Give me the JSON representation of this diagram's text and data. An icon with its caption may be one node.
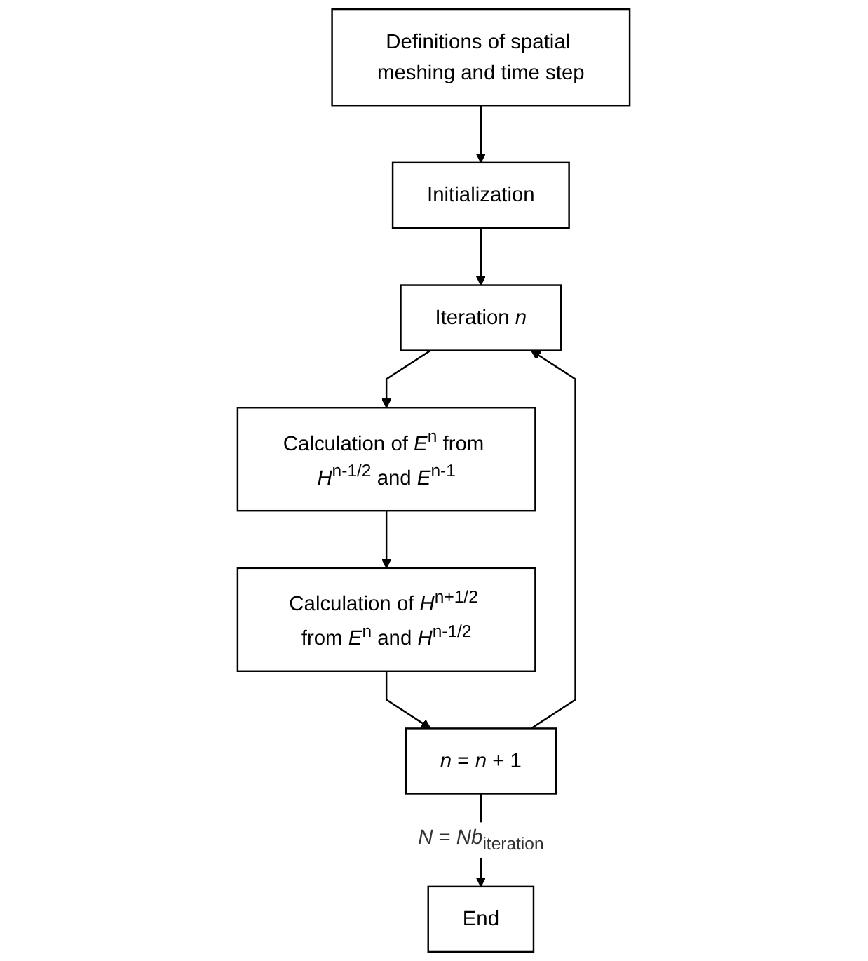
{
  "diagram": {
    "nodes": [
      {
        "text": [
          "Definitions of spatial meshing and time step"
        ]
      },
      {
        "text": [
          "Initialization"
        ]
      },
      {
        "text": [
          "Iteration *n*"
        ]
      },
      {
        "text": [
          "Calculation of *E*$^{n}$ from *H*$^{n-1/2}$ and *E*$^{n-1}$"
        ]
      },
      {
        "text": [
          "Calculation of *H*$^{n+1/2}$ from *E*$^{n}$ and *H*$^{n-1/2}$"
        ]
      },
      {
        "text": [
          "*n* = *n* + 1"
        ]
      },
      {
        "text": [
          "End"
        ]
      }
    ],
    "edges": [
      {
        "from": 0,
        "to": 1,
        "arrow": "to"
      },
      {
        "from": 1,
        "to": 2,
        "arrow": "to"
      },
      {
        "from": 2,
        "to": 3,
        "arrow": "to"
      },
      {
        "from": 3,
        "to": 4,
        "arrow": "to"
      },
      {
        "from": 4,
        "to": 5,
        "arrow": "to"
      },
      {
        "from": 5,
        "to": 6,
        "arrow": "to",
        "label": "*N* = *Nb*$_{iteration}$"
      },
      {
        "from": 5,
        "to": 2,
        "arrow": "to"
      }
    ]
  }
}
